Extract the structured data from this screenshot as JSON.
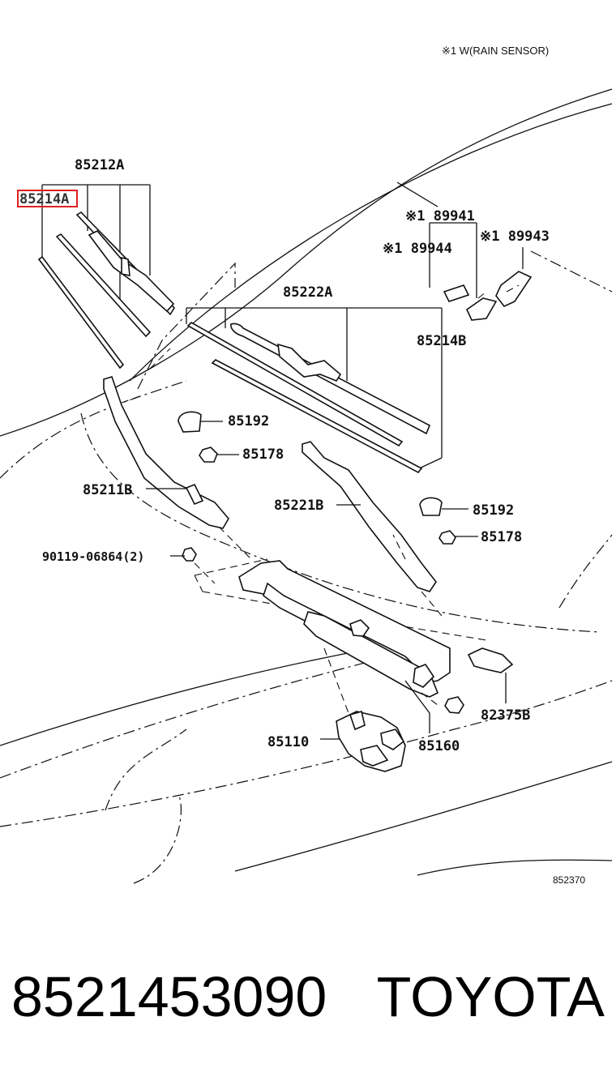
{
  "diagram": {
    "note": "※1 W(RAIN SENSOR)",
    "ref_code": "852370",
    "highlighted_label": "85214A",
    "labels": {
      "p85212A": "85212A",
      "p85214A": "85214A",
      "p89941": "※1 89941",
      "p89944": "※1 89944",
      "p89943": "※1 89943",
      "p85222A": "85222A",
      "p85214B": "85214B",
      "p85192a": "85192",
      "p85178a": "85178",
      "p85211B": "85211B",
      "p85221B": "85221B",
      "p85192b": "85192",
      "p85178b": "85178",
      "p90119": "90119-06864(2)",
      "p82375B": "82375B",
      "p85110": "85110",
      "p85160": "85160"
    },
    "highlight_color": "#e02020"
  },
  "footer": {
    "part_number": "8521453090",
    "brand": "TOYOTA"
  }
}
